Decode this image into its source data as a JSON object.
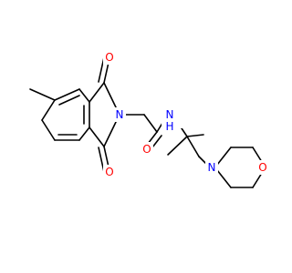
{
  "molecule": {
    "atoms": {
      "o_imide_top": {
        "symbol": "O",
        "color": "#ff0000"
      },
      "o_imide_bottom": {
        "symbol": "O",
        "color": "#ff0000"
      },
      "n_imide": {
        "symbol": "N",
        "color": "#0000ff"
      },
      "o_amide": {
        "symbol": "O",
        "color": "#ff0000"
      },
      "n_amide": {
        "symbol": "N",
        "color": "#0000ff"
      },
      "h_amide": {
        "symbol": "H",
        "color": "#0000ff"
      },
      "n_morpholine": {
        "symbol": "N",
        "color": "#0000ff"
      },
      "o_morpholine": {
        "symbol": "O",
        "color": "#ff0000"
      }
    }
  }
}
